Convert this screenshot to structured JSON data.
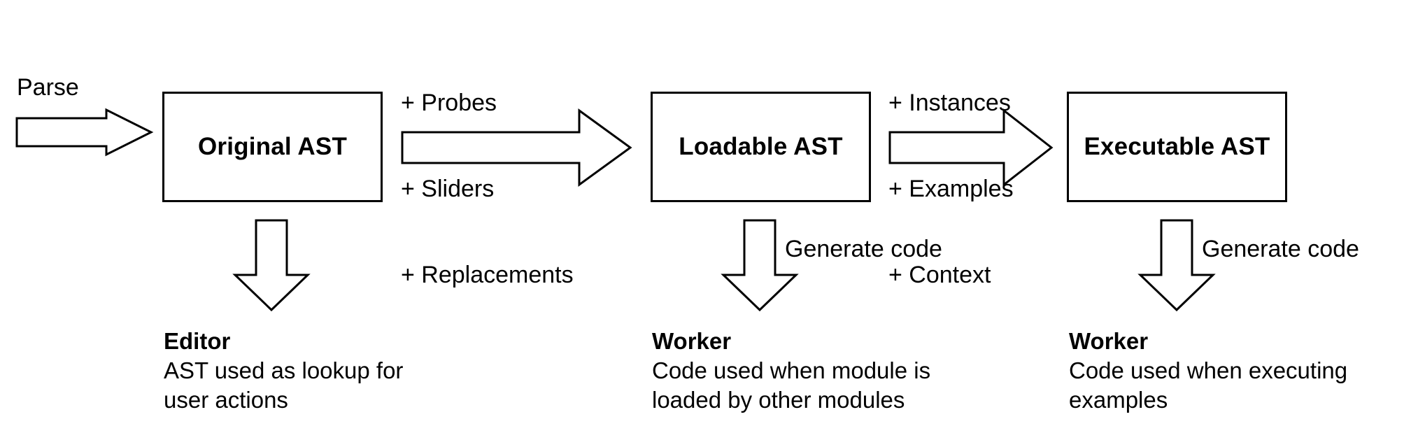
{
  "diagram": {
    "title": "AST transformation pipeline",
    "stroke_color": "#000000",
    "background_color": "#ffffff",
    "stages": [
      {
        "id": "original-ast",
        "label": "Original AST"
      },
      {
        "id": "loadable-ast",
        "label": "Loadable AST"
      },
      {
        "id": "executable-ast",
        "label": "Executable AST"
      }
    ],
    "flow_arrows": [
      {
        "id": "parse-arrow",
        "label": "Parse",
        "label_lines": [
          "Parse"
        ],
        "direction": "right"
      },
      {
        "id": "original-to-loadable-arrow",
        "label": "+ Probes\n+ Sliders\n+ Replacements",
        "label_lines": [
          "+ Probes",
          "+ Sliders",
          "+ Replacements"
        ],
        "direction": "right"
      },
      {
        "id": "loadable-to-executable-arrow",
        "label": "+ Instances\n+ Examples\n+ Context",
        "label_lines": [
          "+ Instances",
          "+ Examples",
          "+ Context"
        ],
        "direction": "right"
      }
    ],
    "down_arrows": [
      {
        "id": "original-down-arrow",
        "label": "",
        "direction": "down"
      },
      {
        "id": "loadable-down-arrow",
        "label": "Generate code",
        "direction": "down"
      },
      {
        "id": "executable-down-arrow",
        "label": "Generate code",
        "direction": "down"
      }
    ],
    "annotations": [
      {
        "id": "editor-annotation",
        "title": "Editor",
        "body": "AST used as lookup for\nuser actions"
      },
      {
        "id": "worker-loadable-annotation",
        "title": "Worker",
        "body": "Code used when module is\nloaded by other modules"
      },
      {
        "id": "worker-executable-annotation",
        "title": "Worker",
        "body": "Code used when executing\nexamples"
      }
    ]
  }
}
